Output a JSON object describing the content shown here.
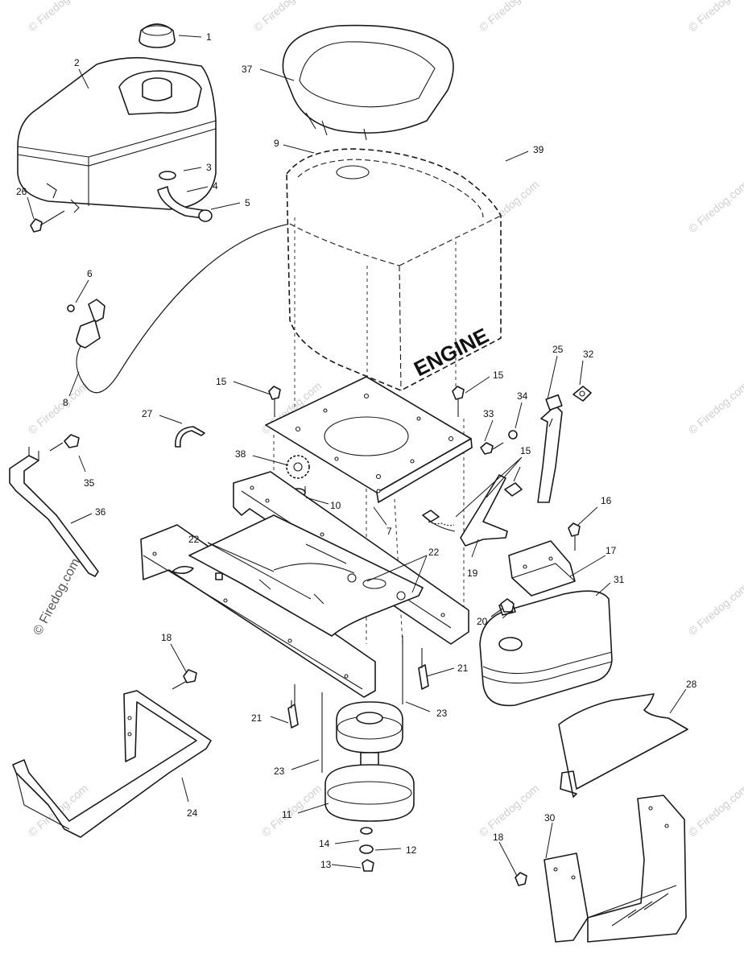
{
  "engine_label": "ENGINE",
  "watermark": "© Firedog.com",
  "callouts": {
    "c1": "1",
    "c2": "2",
    "c3": "3",
    "c4": "4",
    "c5": "5",
    "c6": "6",
    "c7": "7",
    "c8": "8",
    "c9": "9",
    "c10": "10",
    "c11": "11",
    "c12": "12",
    "c13": "13",
    "c14": "14",
    "c15a": "15",
    "c15b": "15",
    "c15c": "15",
    "c16": "16",
    "c17": "17",
    "c18a": "18",
    "c18b": "18",
    "c19": "19",
    "c20": "20",
    "c21a": "21",
    "c21b": "21",
    "c22a": "22",
    "c22b": "22",
    "c23a": "23",
    "c23b": "23",
    "c24": "24",
    "c25": "25",
    "c26": "26",
    "c27": "27",
    "c28": "28",
    "c30": "30",
    "c31": "31",
    "c32": "32",
    "c33": "33",
    "c34": "34",
    "c35": "35",
    "c36": "36",
    "c37": "37",
    "c38": "38",
    "c39": "39"
  }
}
